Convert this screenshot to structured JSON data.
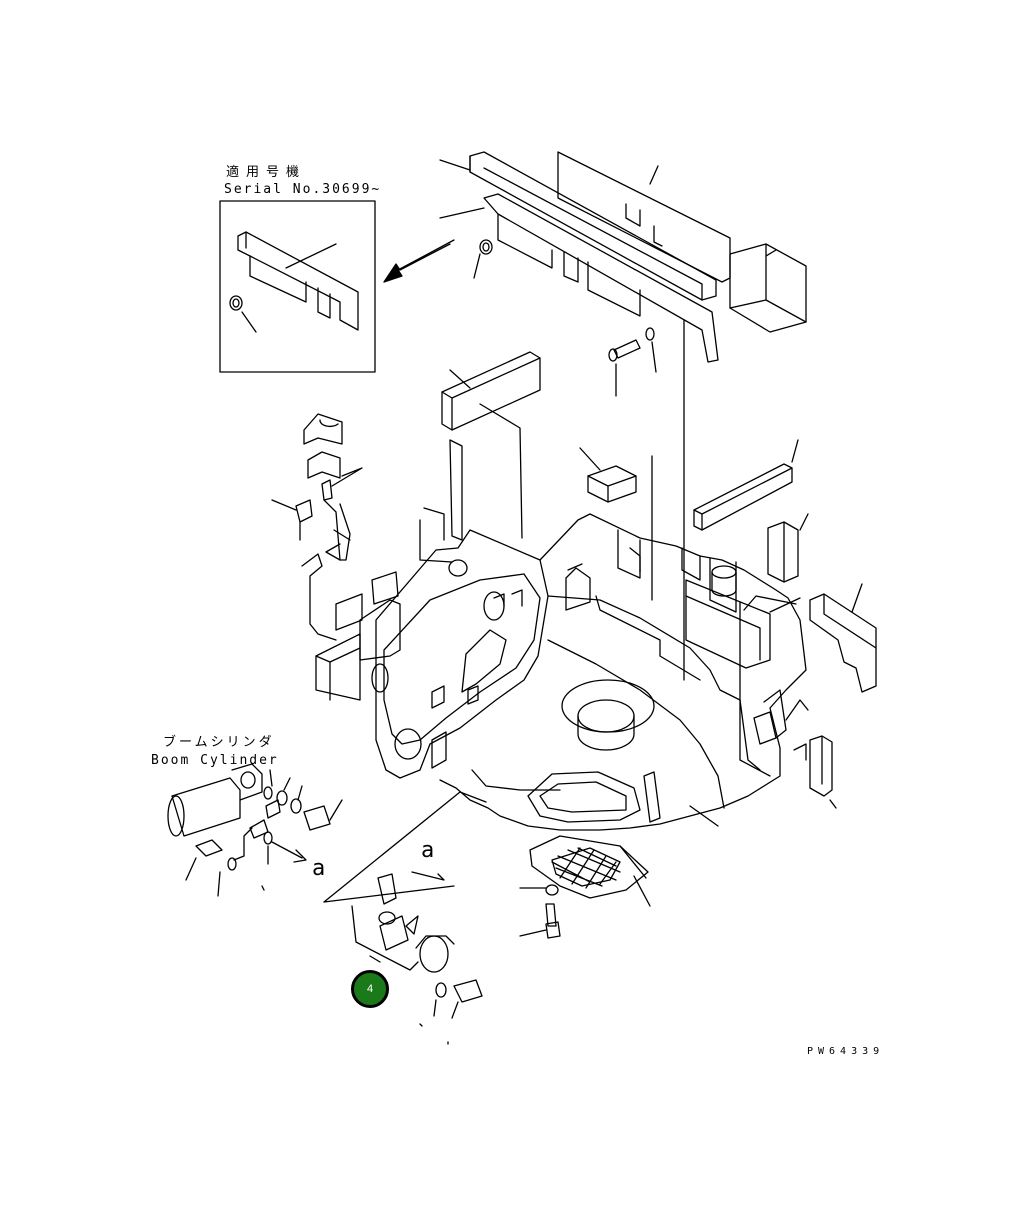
{
  "inset": {
    "title": "適用号機",
    "serial": "Serial No.30699~"
  },
  "boom_cylinder": {
    "jp": "ブームシリンダ",
    "en": "Boom Cylinder"
  },
  "view_marks": {
    "left": "a",
    "right": "a"
  },
  "callout": {
    "number": "4",
    "color": "#1a7a1a"
  },
  "drawing_number": "PW64339"
}
